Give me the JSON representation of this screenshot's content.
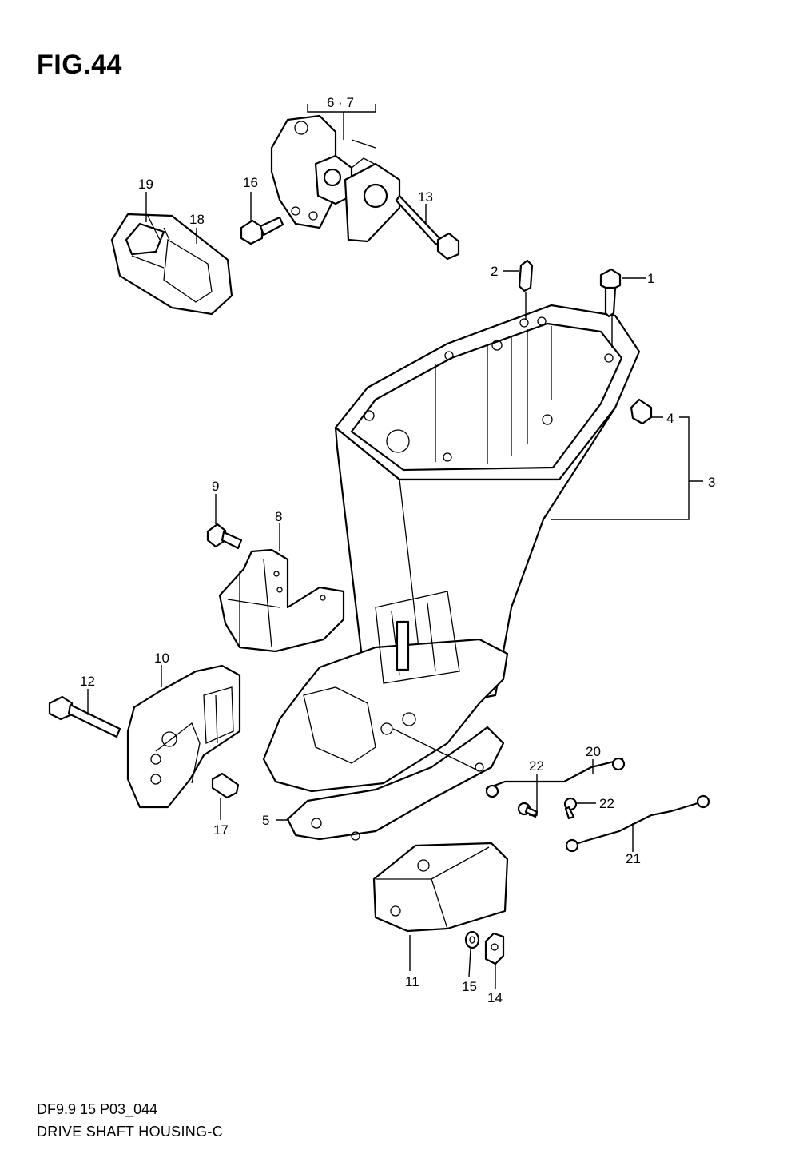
{
  "figure": {
    "title": "FIG.44",
    "code": "DF9.9 15 P03_044",
    "name": "DRIVE SHAFT HOUSING-C"
  },
  "callouts": [
    "1",
    "2",
    "3",
    "4",
    "5",
    "6 · 7",
    "8",
    "9",
    "10",
    "11",
    "12",
    "13",
    "14",
    "15",
    "16",
    "17",
    "18",
    "19",
    "20",
    "21",
    "22",
    "22"
  ]
}
